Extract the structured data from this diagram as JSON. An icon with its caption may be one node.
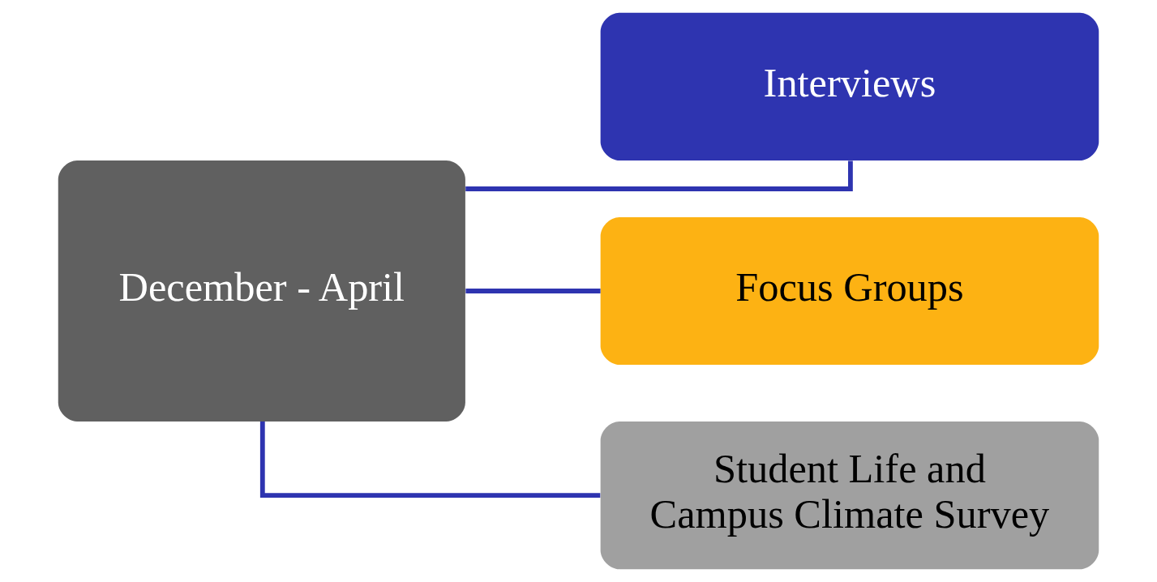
{
  "diagram": {
    "nodes": [
      {
        "text": [
          "December - April"
        ]
      },
      {
        "text": [
          "Interviews"
        ]
      },
      {
        "text": [
          "Focus Groups"
        ]
      },
      {
        "text": [
          "Student Life and Campus Climate Survey"
        ]
      }
    ],
    "edges": [
      {
        "from": 0,
        "to": 1,
        "arrow": "none",
        "color": "#2e34b0"
      },
      {
        "from": 0,
        "to": 2,
        "arrow": "none",
        "color": "#2e34b0"
      },
      {
        "from": 0,
        "to": 3,
        "arrow": "none",
        "color": "#2e34b0"
      }
    ]
  }
}
